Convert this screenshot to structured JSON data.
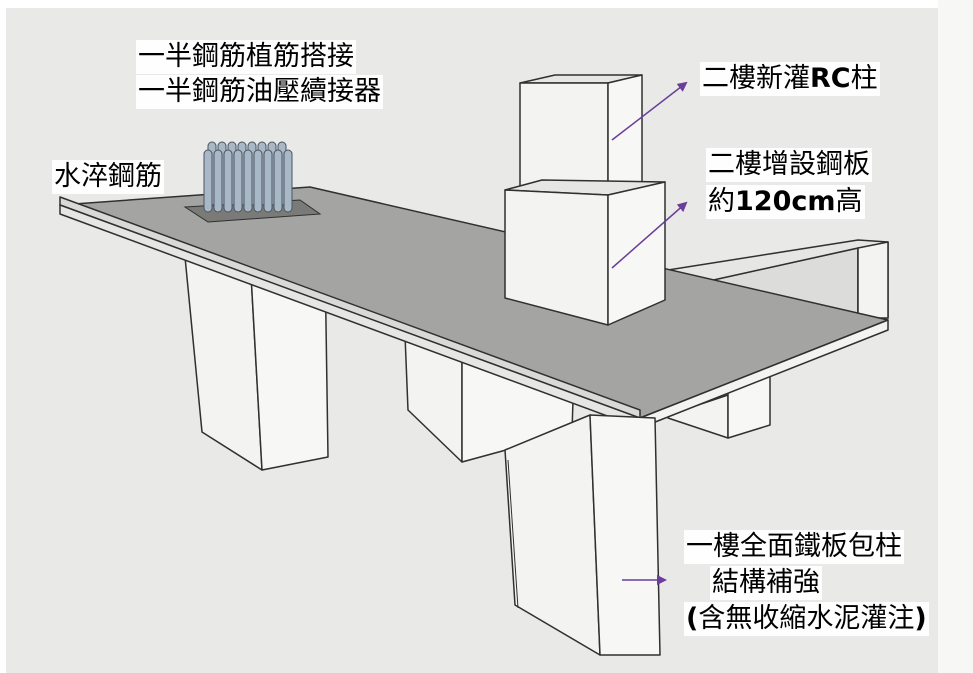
{
  "labels": {
    "splice_line1": "一半鋼筋植筋搭接",
    "splice_line2": "一半鋼筋油壓續接器",
    "quench_rebar": "水淬鋼筋",
    "rc_column_prefix": "二樓新灌",
    "rc_column_bold": "RC",
    "rc_column_suffix": "柱",
    "steel_plate_line1": "二樓增設鋼板",
    "steel_plate_prefix": "約",
    "steel_plate_bold": "120cm",
    "steel_plate_suffix": "高",
    "jacket_line1": "一樓全面鐵板包柱",
    "jacket_line2": "結構補強",
    "jacket_line3_open": "(",
    "jacket_line3_text": "含無收縮水泥灌注",
    "jacket_line3_close": ")"
  },
  "colors": {
    "background": "#e9e9e7",
    "surface_light": "#f3f3f1",
    "surface_shade": "#dcdcda",
    "slab_top": "#a4a4a2",
    "outline": "#303030",
    "arrow": "#6a3d9a",
    "rebar": "#a9b8c6"
  }
}
